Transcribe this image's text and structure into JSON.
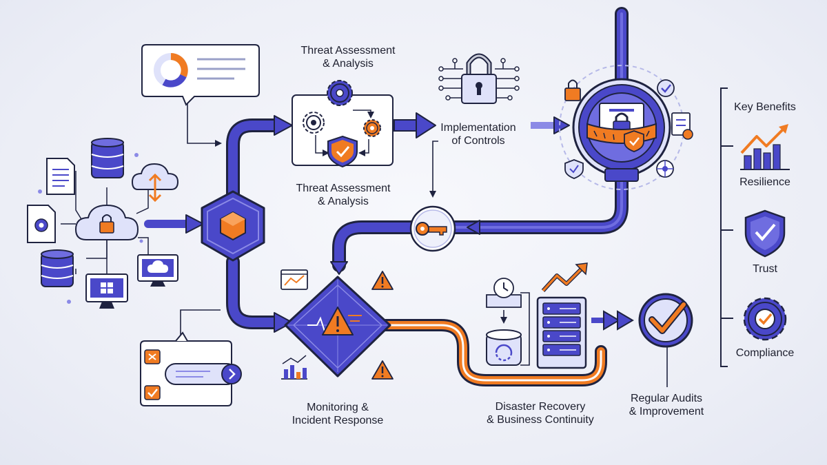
{
  "stages": {
    "threat_assessment_top": {
      "line1": "Threat Assessment",
      "line2": "& Analysis"
    },
    "threat_assessment_bottom": {
      "line1": "Threat Assessment",
      "line2": "& Analysis"
    },
    "implementation": {
      "line1": "Implementation",
      "line2": "of Controls"
    },
    "monitoring": {
      "line1": "Monitoring &",
      "line2": "Incident Response"
    },
    "disaster_recovery": {
      "line1": "Disaster Recovery",
      "line2": "& Business Continuity"
    },
    "audits": {
      "line1": "Regular Audits",
      "line2": "& Improvement"
    }
  },
  "key_benefits": {
    "title": "Key Benefits",
    "items": [
      {
        "label": "Resilience",
        "icon": "growth-chart-icon"
      },
      {
        "label": "Trust",
        "icon": "shield-check-icon"
      },
      {
        "label": "Compliance",
        "icon": "gear-check-icon"
      }
    ]
  },
  "colors": {
    "primary": "#4a48c9",
    "primary_light": "#d9dcf5",
    "accent": "#f07b22",
    "outline": "#1f2340",
    "background": "#eef0f7"
  }
}
